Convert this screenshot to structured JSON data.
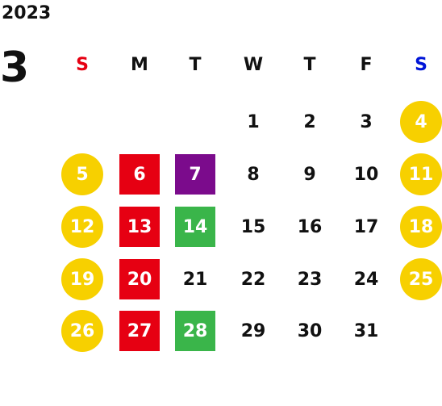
{
  "calendar": {
    "year": "2023",
    "month": "3",
    "weekdays": [
      {
        "label": "S",
        "color": "#e60012"
      },
      {
        "label": "M",
        "color": "#111111"
      },
      {
        "label": "T",
        "color": "#111111"
      },
      {
        "label": "W",
        "color": "#111111"
      },
      {
        "label": "T",
        "color": "#111111"
      },
      {
        "label": "F",
        "color": "#111111"
      },
      {
        "label": "S",
        "color": "#0015d8"
      }
    ],
    "colors": {
      "weekend": "#f7d000",
      "red": "#e60012",
      "purple": "#7b0b8c",
      "green": "#3ab54a"
    },
    "days": [
      {
        "d": "1",
        "col": 3,
        "row": 0,
        "mark": "none"
      },
      {
        "d": "2",
        "col": 4,
        "row": 0,
        "mark": "none"
      },
      {
        "d": "3",
        "col": 5,
        "row": 0,
        "mark": "none"
      },
      {
        "d": "4",
        "col": 6,
        "row": 0,
        "mark": "weekend"
      },
      {
        "d": "5",
        "col": 0,
        "row": 1,
        "mark": "weekend"
      },
      {
        "d": "6",
        "col": 1,
        "row": 1,
        "mark": "red"
      },
      {
        "d": "7",
        "col": 2,
        "row": 1,
        "mark": "purple"
      },
      {
        "d": "8",
        "col": 3,
        "row": 1,
        "mark": "none"
      },
      {
        "d": "9",
        "col": 4,
        "row": 1,
        "mark": "none"
      },
      {
        "d": "10",
        "col": 5,
        "row": 1,
        "mark": "none"
      },
      {
        "d": "11",
        "col": 6,
        "row": 1,
        "mark": "weekend"
      },
      {
        "d": "12",
        "col": 0,
        "row": 2,
        "mark": "weekend"
      },
      {
        "d": "13",
        "col": 1,
        "row": 2,
        "mark": "red"
      },
      {
        "d": "14",
        "col": 2,
        "row": 2,
        "mark": "green"
      },
      {
        "d": "15",
        "col": 3,
        "row": 2,
        "mark": "none"
      },
      {
        "d": "16",
        "col": 4,
        "row": 2,
        "mark": "none"
      },
      {
        "d": "17",
        "col": 5,
        "row": 2,
        "mark": "none"
      },
      {
        "d": "18",
        "col": 6,
        "row": 2,
        "mark": "weekend"
      },
      {
        "d": "19",
        "col": 0,
        "row": 3,
        "mark": "weekend"
      },
      {
        "d": "20",
        "col": 1,
        "row": 3,
        "mark": "red"
      },
      {
        "d": "21",
        "col": 2,
        "row": 3,
        "mark": "none"
      },
      {
        "d": "22",
        "col": 3,
        "row": 3,
        "mark": "none"
      },
      {
        "d": "23",
        "col": 4,
        "row": 3,
        "mark": "none"
      },
      {
        "d": "24",
        "col": 5,
        "row": 3,
        "mark": "none"
      },
      {
        "d": "25",
        "col": 6,
        "row": 3,
        "mark": "weekend"
      },
      {
        "d": "26",
        "col": 0,
        "row": 4,
        "mark": "weekend"
      },
      {
        "d": "27",
        "col": 1,
        "row": 4,
        "mark": "red"
      },
      {
        "d": "28",
        "col": 2,
        "row": 4,
        "mark": "green"
      },
      {
        "d": "29",
        "col": 3,
        "row": 4,
        "mark": "none"
      },
      {
        "d": "30",
        "col": 4,
        "row": 4,
        "mark": "none"
      },
      {
        "d": "31",
        "col": 5,
        "row": 4,
        "mark": "none"
      }
    ]
  }
}
